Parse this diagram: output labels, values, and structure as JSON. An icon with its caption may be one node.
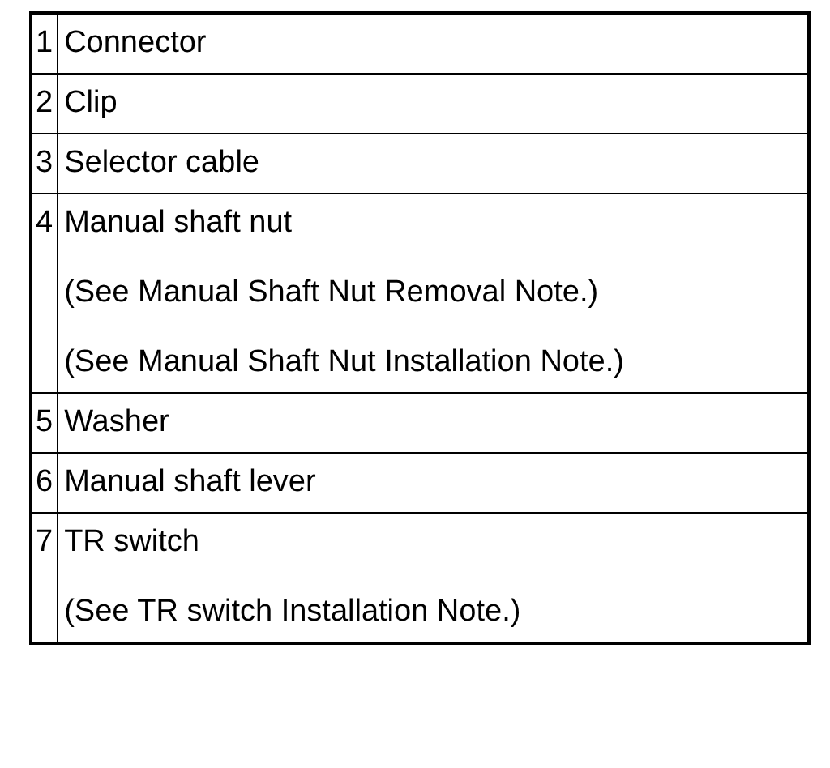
{
  "diagram": {
    "labels": [
      "1",
      "Connector",
      "2",
      "Clip",
      "3",
      "Selector cable",
      "4",
      "Manual shaft nut",
      "(See Manual Shaft Nut Removal Note.)",
      "(See Manual Shaft Nut Installation Note.)",
      "5",
      "Washer",
      "6",
      "Manual shaft lever",
      "7",
      "TR switch",
      "(See TR switch Installation Note.)"
    ]
  }
}
